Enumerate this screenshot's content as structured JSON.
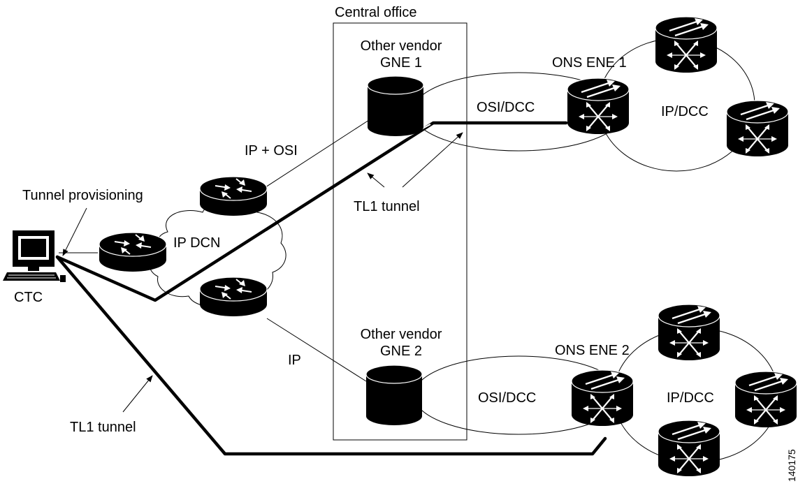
{
  "labels": {
    "central_office": "Central office",
    "gne1_line1": "Other vendor",
    "gne1_line2": "GNE 1",
    "gne2_line1": "Other vendor",
    "gne2_line2": "GNE 2",
    "ons_ene1": "ONS ENE 1",
    "ons_ene2": "ONS ENE 2",
    "osi_dcc_top": "OSI/DCC",
    "osi_dcc_bottom": "OSI/DCC",
    "ip_dcc_top": "IP/DCC",
    "ip_dcc_bottom": "IP/DCC",
    "ip_plus_osi": "IP + OSI",
    "ip": "IP",
    "ip_dcn": "IP DCN",
    "tunnel_provisioning": "Tunnel provisioning",
    "tl1_tunnel_center": "TL1 tunnel",
    "tl1_tunnel_left": "TL1 tunnel",
    "ctc": "CTC",
    "figure_number": "140175"
  }
}
